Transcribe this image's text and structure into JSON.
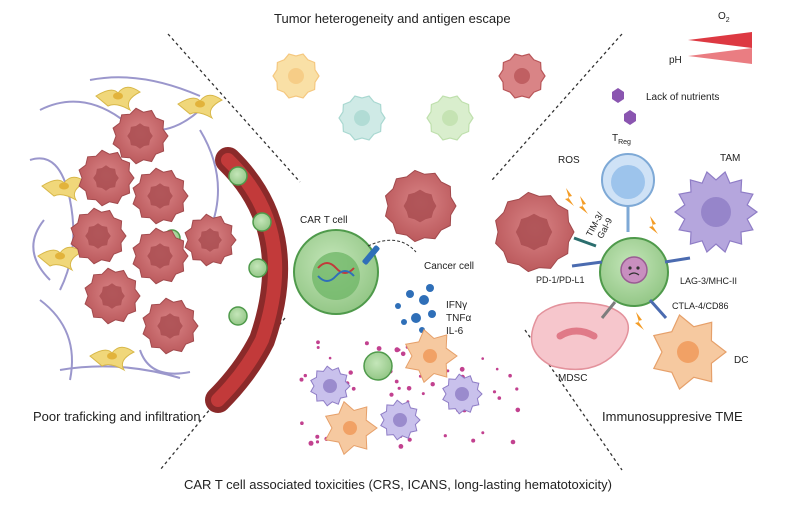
{
  "sections": {
    "top": "Tumor heterogeneity and antigen escape",
    "left": "Poor traficking and infiltration",
    "right": "Immunosuppresive TME",
    "bottom": "CAR T cell associated toxicities (CRS, ICANS, long-lasting hematotoxicity)"
  },
  "gradients": {
    "o2": "O",
    "o2_sub": "2",
    "ph": "pH"
  },
  "labels": {
    "car_t_cell": "CAR T cell",
    "cancer_cell": "Cancer cell",
    "lack_nutrients": "Lack of nutrients",
    "treg": "T",
    "treg_sub": "Reg",
    "ros": "ROS",
    "tam": "TAM",
    "tim3": "TIM-3/",
    "gal9": "Gal-9",
    "pd1": "PD-1/PD-L1",
    "lag3": "LAG-3/MHC-II",
    "ctla4": "CTLA-4/CD86",
    "mdsc": "MDSC",
    "dc": "DC",
    "ifng": "IFNγ",
    "tnfa": "TNFα",
    "il6": "IL-6"
  },
  "colors": {
    "tumor": "#c9676a",
    "tumor_core": "#a84b4f",
    "car_t": "#a7d69c",
    "car_t_core": "#5fae5b",
    "vessel": "#8b2a2a",
    "fiber": "#8a86c4",
    "fibroblast": "#f0d77a",
    "cytokine": "#2f6fb8",
    "dots": "#c2418f",
    "treg": "#9dc4ec",
    "tam": "#b5a6dd",
    "dc": "#f6c9a0",
    "mdsc": "#f3b6be",
    "gradient": "#d9232d"
  }
}
